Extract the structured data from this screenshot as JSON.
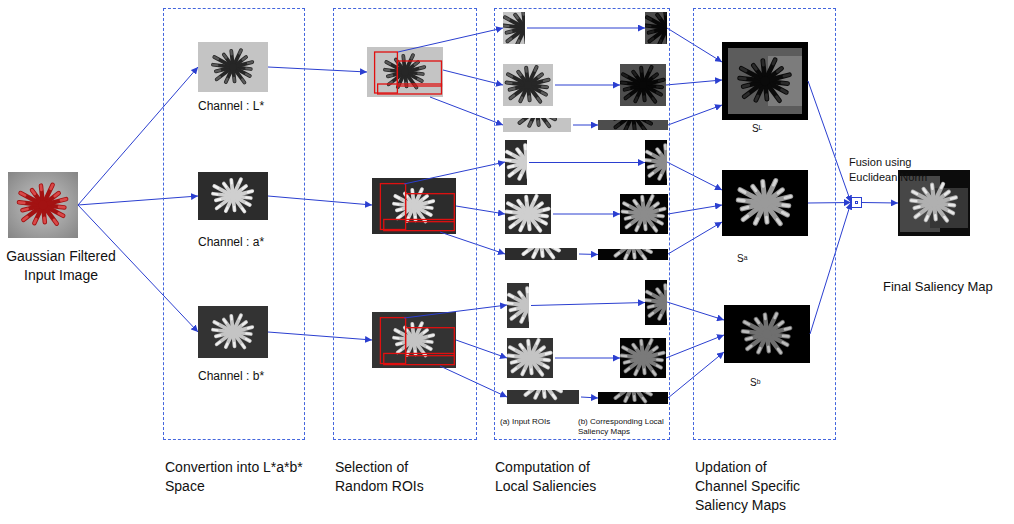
{
  "diagram": {
    "nodes": [
      {
        "text": [
          "Gaussian Filtered Input Image"
        ]
      },
      {
        "text": [
          "Convertion into L*a*b* Space"
        ]
      },
      {
        "text": [
          "Channel : L*"
        ],
        "in": 1
      },
      {
        "text": [
          "Channel : a*"
        ],
        "in": 1
      },
      {
        "text": [
          "Channel : b*"
        ],
        "in": 1
      },
      {
        "text": [
          "Selection of Random ROIs"
        ]
      },
      {
        "text": [
          "Computation of Local Saliencies"
        ]
      },
      {
        "text": [
          "Updation of Channel Specific Saliency Maps"
        ]
      },
      {
        "text": [
          "Sᴸ"
        ],
        "in": 7
      },
      {
        "text": [
          "Sᵃ"
        ],
        "in": 7
      },
      {
        "text": [
          "Sᵇ"
        ],
        "in": 7
      },
      {
        "text": [
          "Fusion using Euclidean Norm"
        ]
      },
      {
        "text": [
          "Final Saliency Map"
        ]
      }
    ],
    "edges": [
      {
        "from": 0,
        "to": 2,
        "arrow": "to"
      },
      {
        "from": 0,
        "to": 3,
        "arrow": "to"
      },
      {
        "from": 0,
        "to": 4,
        "arrow": "to"
      },
      {
        "from": 8,
        "to": 11,
        "arrow": "to"
      },
      {
        "from": 9,
        "to": 11,
        "arrow": "to"
      },
      {
        "from": 10,
        "to": 11,
        "arrow": "to"
      },
      {
        "from": 11,
        "to": 12,
        "arrow": "to"
      }
    ],
    "labels": [
      "(a) Input ROIs",
      "(b) Corresponding Local Saliency Maps"
    ]
  }
}
